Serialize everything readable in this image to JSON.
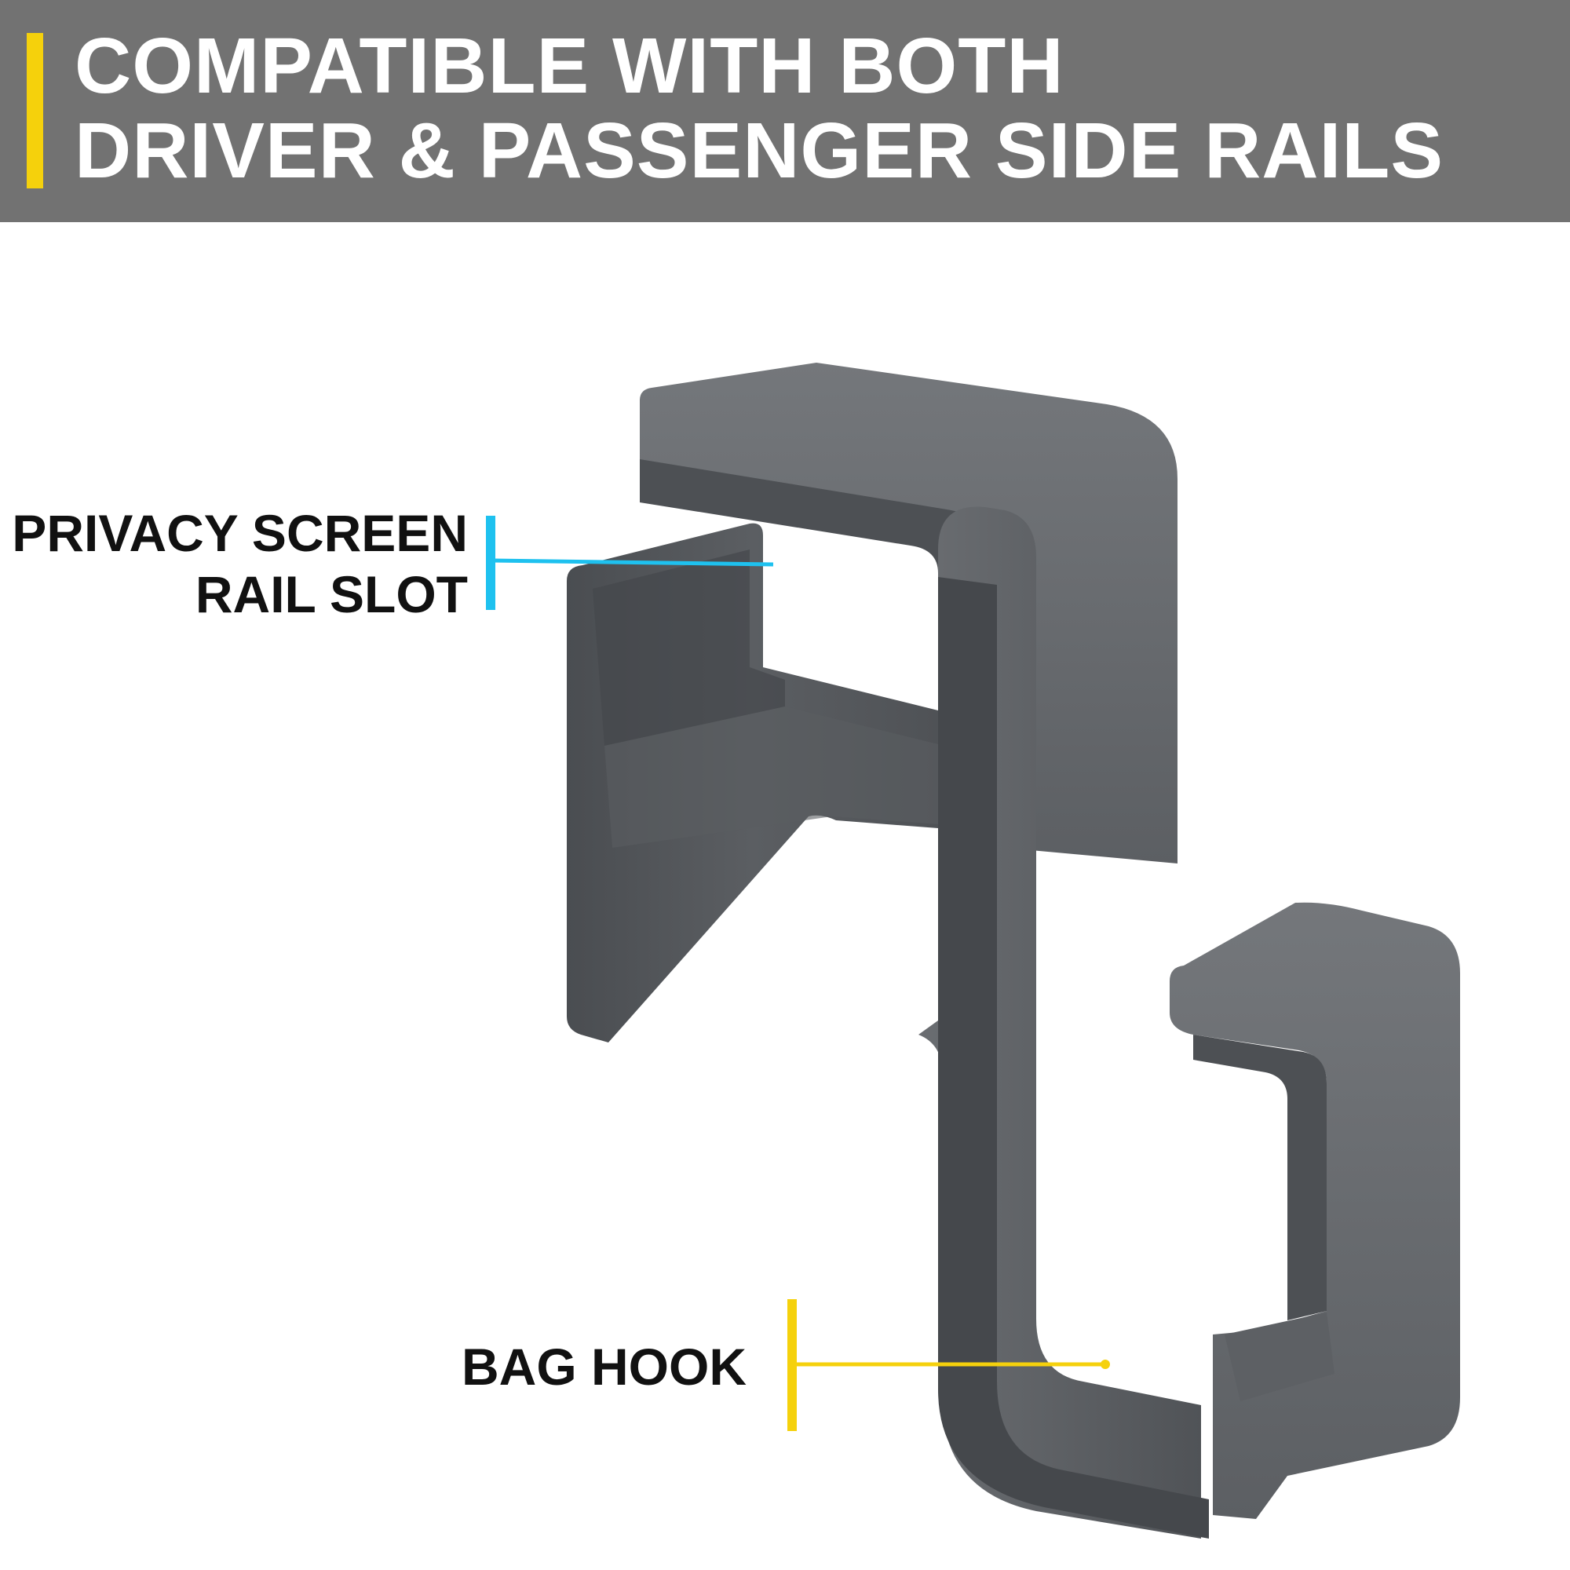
{
  "banner": {
    "line1": "COMPATIBLE WITH BOTH",
    "line2": "DRIVER & PASSENGER SIDE RAILS",
    "background_color": "#727272",
    "accent_color": "#f5d10c"
  },
  "callouts": {
    "privacy_screen": {
      "line1": "PRIVACY SCREEN",
      "line2": "RAIL SLOT",
      "color": "#1ec1ef"
    },
    "bag_hook": {
      "label": "BAG HOOK",
      "color": "#f5d10c"
    }
  },
  "product": {
    "icon": "hook-bracket-icon",
    "color": "#55585c"
  }
}
